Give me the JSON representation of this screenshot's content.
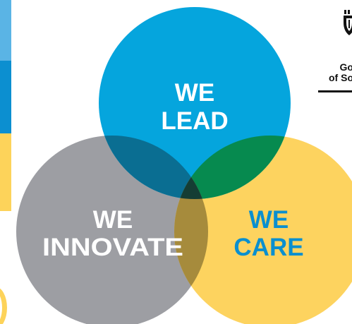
{
  "circles": {
    "lead": {
      "line1": "WE",
      "line2": "LEAD",
      "color": "#05a5dd",
      "text_color": "#ffffff"
    },
    "innovate": {
      "line1": "WE",
      "line2": "INNOVATE",
      "color": "#9d9ea3",
      "text_color": "#ffffff"
    },
    "care": {
      "line1": "WE",
      "line2": "CARE",
      "color": "#fdd35f",
      "text_color": "#0a8fcf"
    }
  },
  "logo": {
    "line1": "Go",
    "line2": "of So"
  },
  "colors": {
    "overlap_lead_innovate": "#0a6e92",
    "overlap_lead_care": "#068a4f",
    "overlap_innovate_care": "#a68b3c",
    "overlap_center": "#153d34"
  }
}
